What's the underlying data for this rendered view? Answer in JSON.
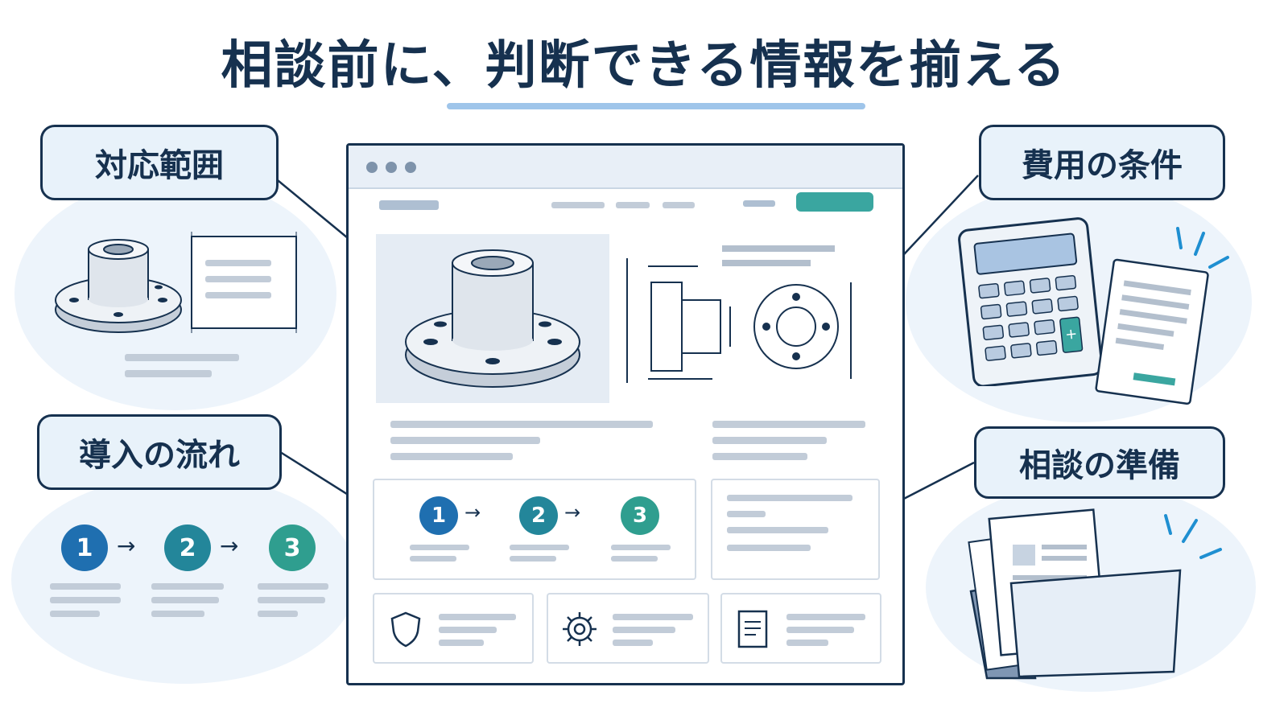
{
  "title": "相談前に、判断できる情報を揃える",
  "callouts": {
    "scope": "対応範囲",
    "cost": "費用の条件",
    "flow": "導入の流れ",
    "prep": "相談の準備"
  },
  "steps": [
    "1",
    "2",
    "3"
  ],
  "step_colors": [
    "#1f6fb0",
    "#23869a",
    "#2f9e8f"
  ],
  "icons": {
    "part": "flange-part-icon",
    "drawing": "technical-drawing-icon",
    "calculator": "calculator-icon",
    "document": "document-icon",
    "folder": "folder-icon",
    "shield": "shield-icon",
    "gear": "gear-icon",
    "page": "page-icon"
  },
  "colors": {
    "navy": "#16314f",
    "accent": "#3aa6a0",
    "underline": "#9fc5ea",
    "callout_bg": "#e8f2fa"
  }
}
